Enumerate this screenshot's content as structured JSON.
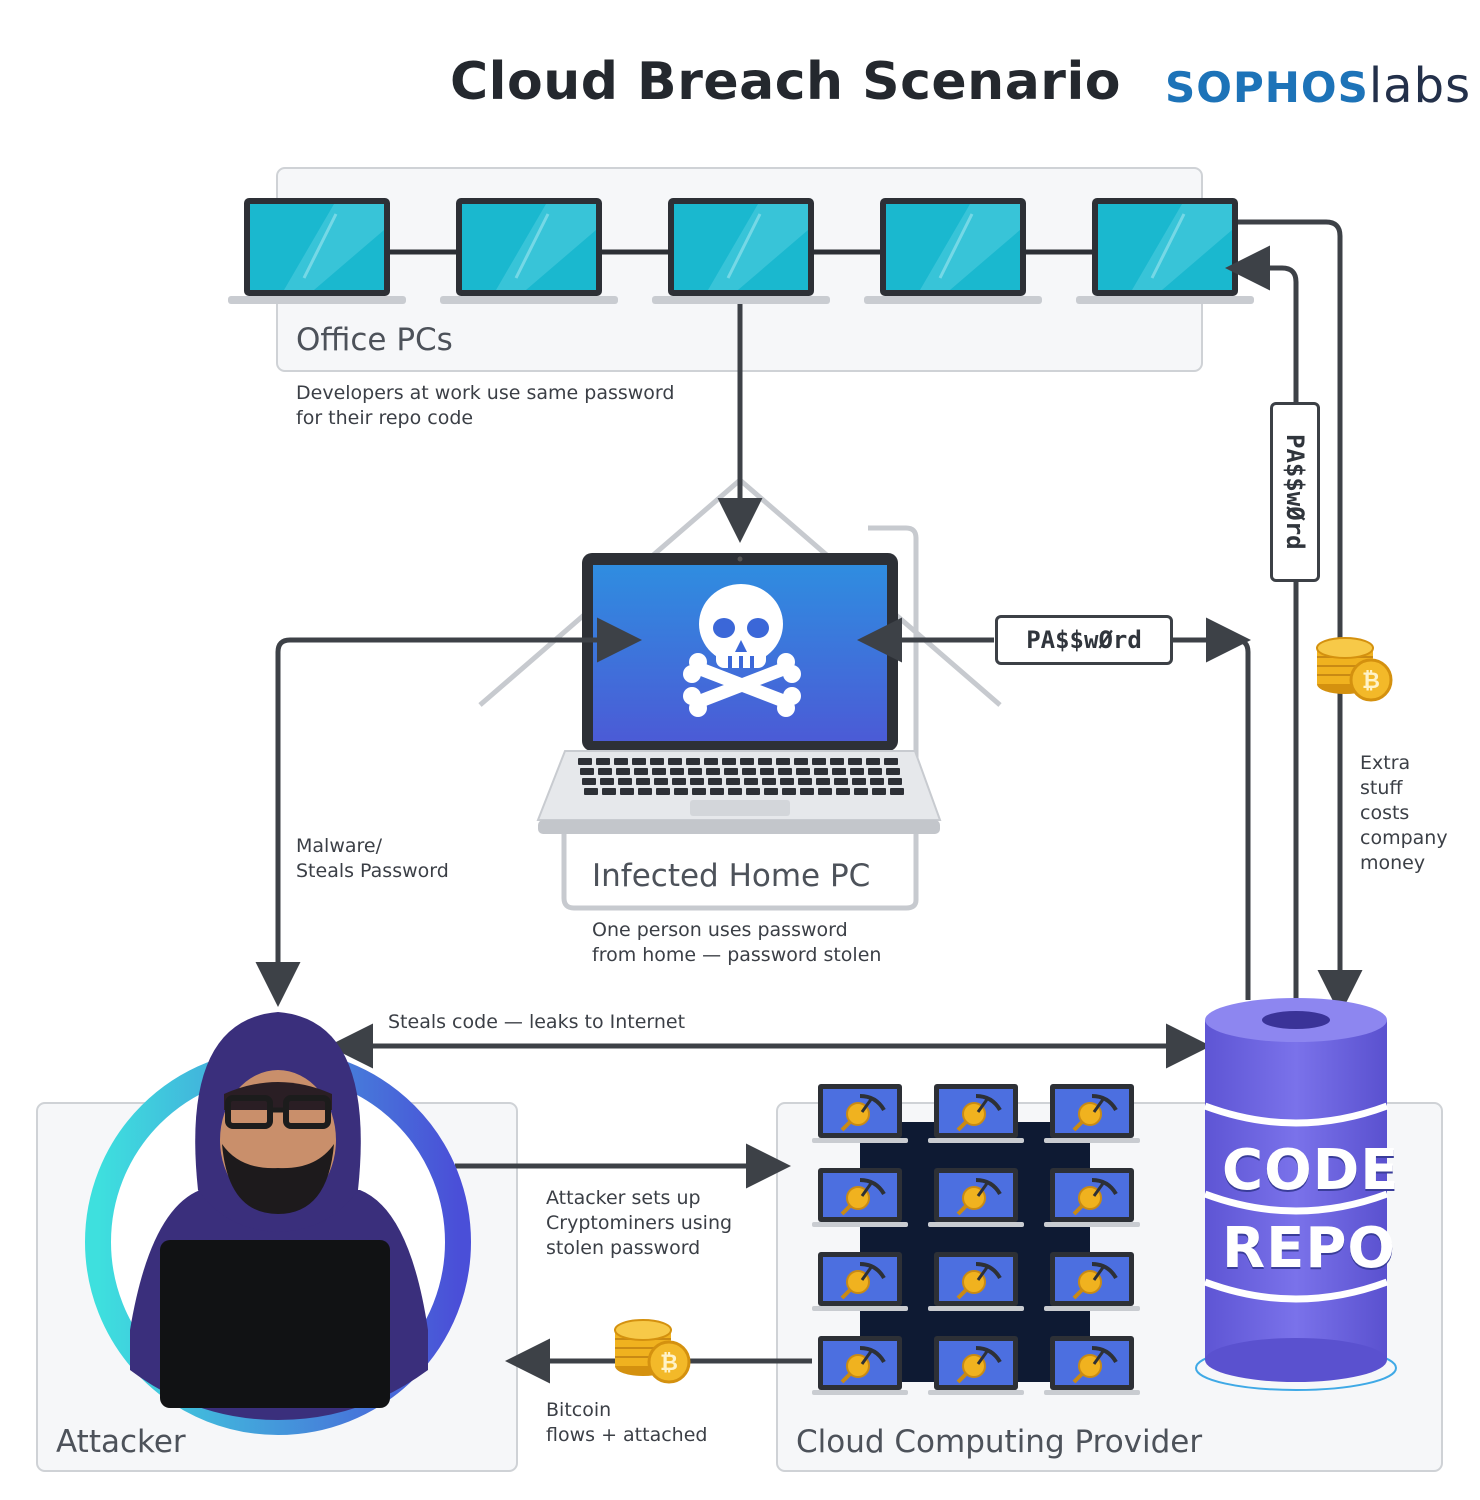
{
  "title": "Cloud Breach Scenario",
  "logo": {
    "part1": "SOPHOS",
    "part2": "labs"
  },
  "office": {
    "label": "Office PCs",
    "note_line1": "Developers at work use same password",
    "note_line2": "for their repo code"
  },
  "home_pc": {
    "label": "Infected Home PC",
    "note_line1": "One person uses password",
    "note_line2": "from home — password stolen"
  },
  "malware_note": {
    "line1": "Malware/",
    "line2": "Steals Password"
  },
  "password_tag": "PA$$wØrd",
  "extra_costs": {
    "line1": "Extra",
    "line2": "stuff",
    "line3": "costs",
    "line4": "company",
    "line5": "money"
  },
  "steals_code_note": "Steals code — leaks to Internet",
  "cryptominer_note": {
    "line1": "Attacker sets up",
    "line2": "Cryptominers using",
    "line3": "stolen password"
  },
  "bitcoin_note": {
    "line1": "Bitcoin",
    "line2": "flows + attached"
  },
  "attacker": {
    "label": "Attacker"
  },
  "cloud": {
    "label": "Cloud Computing Provider"
  },
  "repo": {
    "line1": "CODE",
    "line2": "REPO"
  },
  "colors": {
    "screen": "#1ab8cf",
    "frame": "#2d3036",
    "arrow": "#3d4147",
    "panel_border": "#cfd2d6",
    "repo": "#6d63e0",
    "ring_start": "#3ee0de",
    "ring_end": "#4a4fd8",
    "coin": "#f0b21f"
  }
}
